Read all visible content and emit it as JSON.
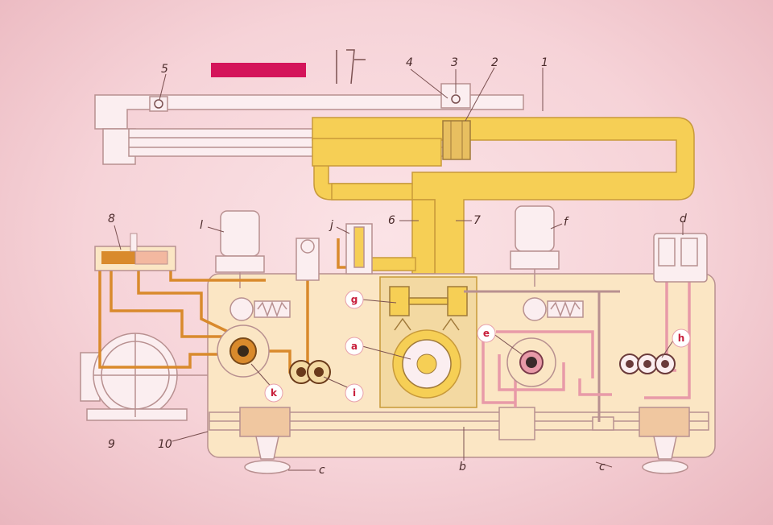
{
  "labels": {
    "numbers": [
      "1",
      "2",
      "3",
      "4",
      "5",
      "6",
      "7",
      "8",
      "9",
      "10"
    ],
    "letters": {
      "a": "a",
      "b": "b",
      "c": "c",
      "d": "d",
      "e": "e",
      "f": "f",
      "g": "g",
      "h": "h",
      "i": "i",
      "j": "j",
      "k": "k",
      "l": "l"
    }
  },
  "colors": {
    "background": "#f6d3d8",
    "hydraulic_fill": "#f6cf55",
    "housing_fill": "#fbe6c4",
    "outline": "#b89090",
    "orange_line": "#d98a2c",
    "pink_line": "#e89aa8",
    "scale_bar": "#d4145a",
    "label_red": "#c8203c"
  }
}
